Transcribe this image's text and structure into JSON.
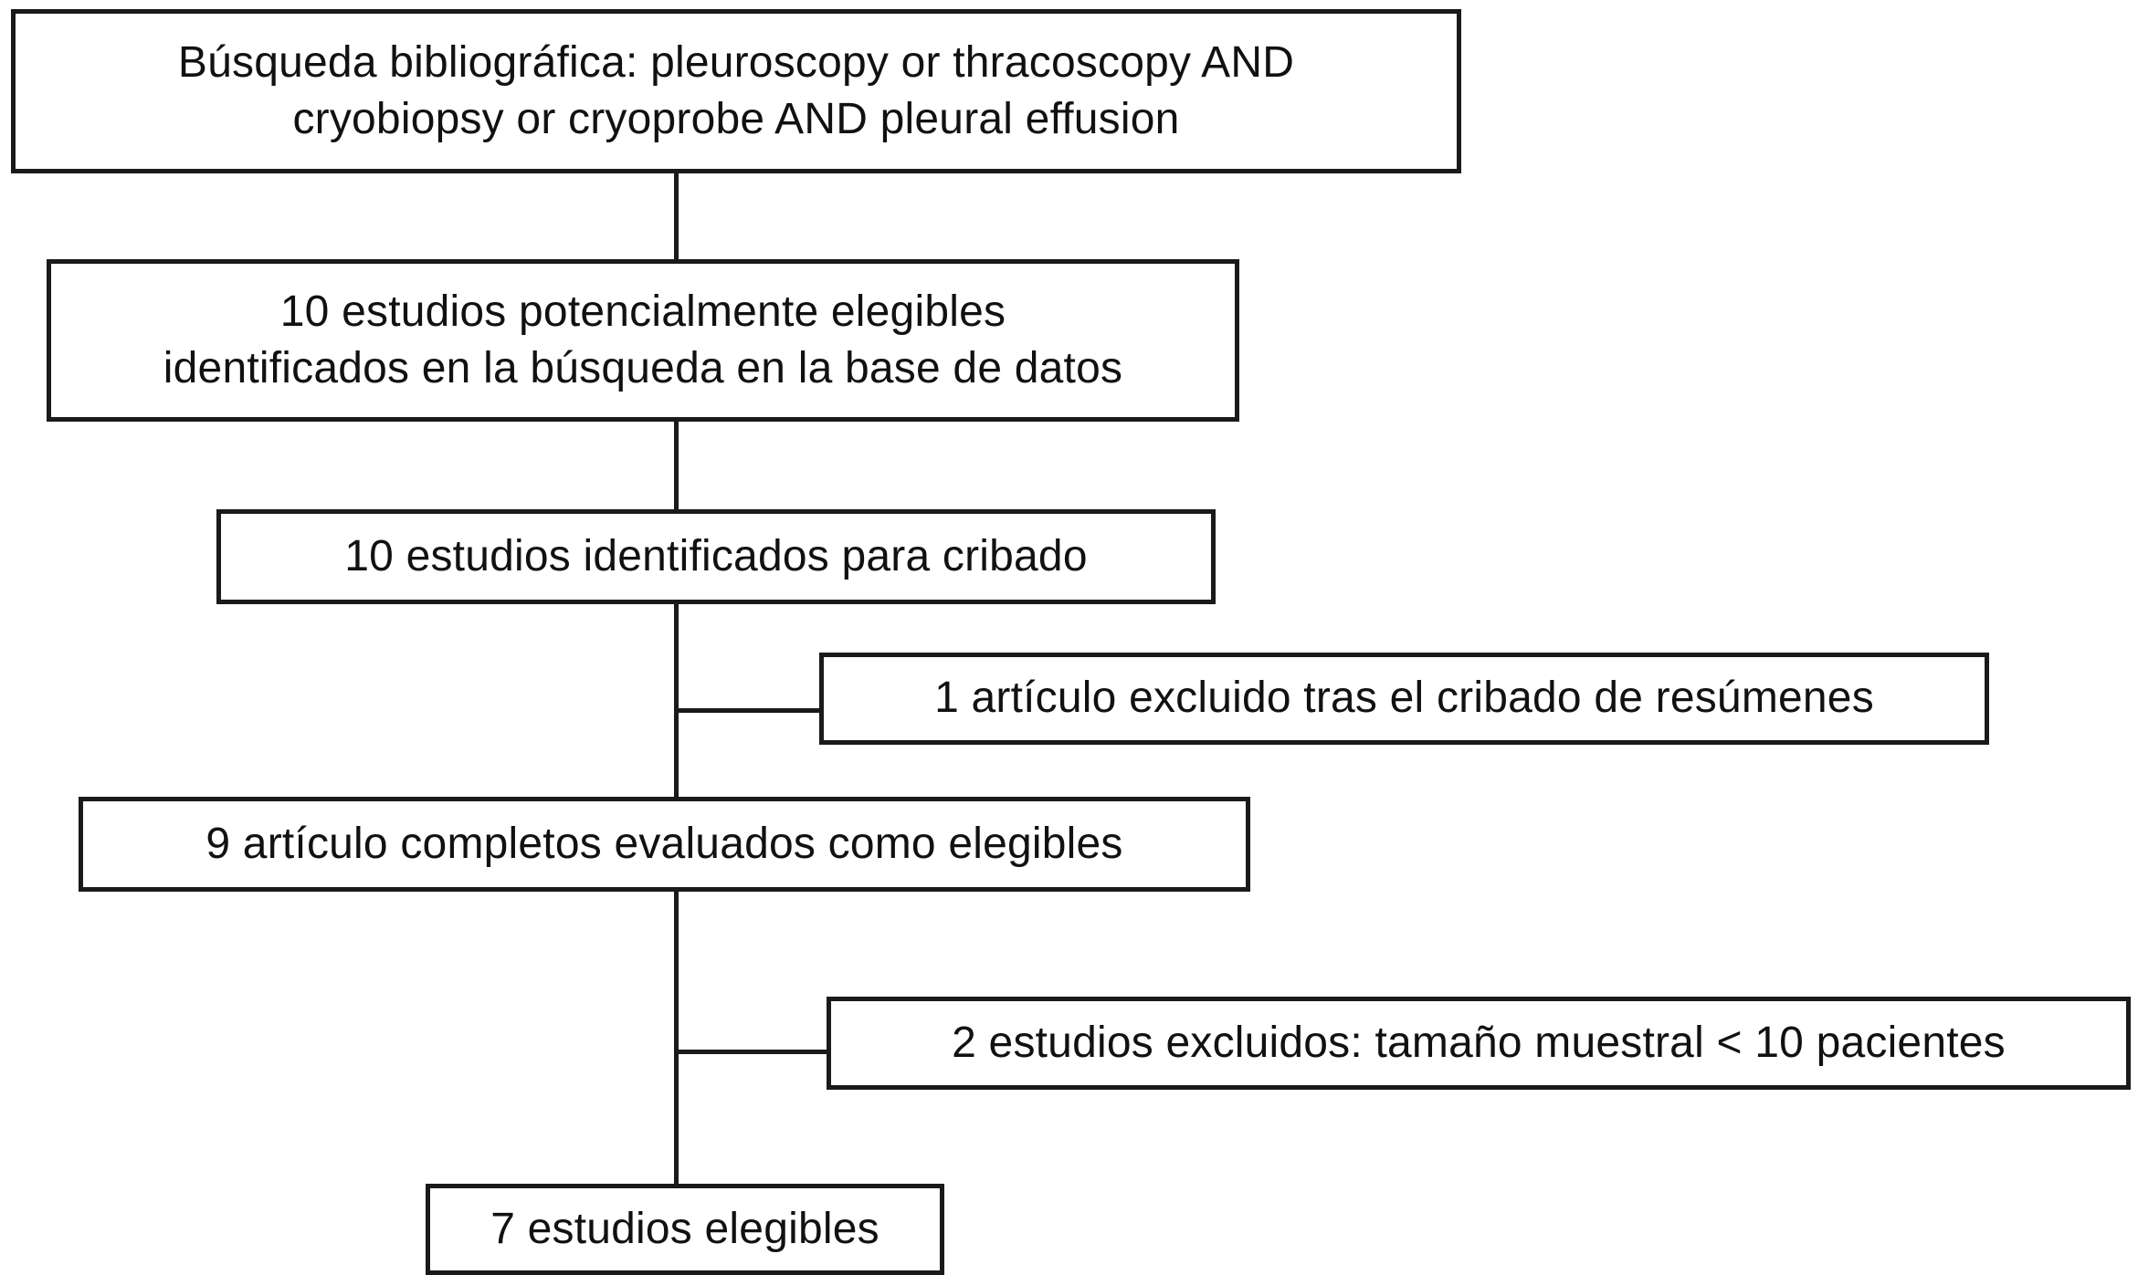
{
  "figure": {
    "kind": "prisma-study-selection-flowchart",
    "language": "es",
    "stroke_color": "#1a1a1a",
    "text_color": "#111111",
    "background_color": "#ffffff"
  },
  "nodes": {
    "search": {
      "id": "search",
      "label": "Búsqueda bibliográfica: pleuroscopy or thracoscopy AND\ncryobiopsy or cryoprobe AND pleural effusion",
      "line1": "Búsqueda bibliográfica: pleuroscopy or thracoscopy AND",
      "line2": "cryobiopsy or cryoprobe AND pleural effusion"
    },
    "identified": {
      "id": "identified",
      "label": "10 estudios potencialmente elegibles\nidentificados en la búsqueda en la base de datos",
      "line1": "10 estudios potencialmente elegibles",
      "line2": "identificados en la búsqueda en la base de datos",
      "count": 10
    },
    "screening": {
      "id": "screening",
      "label": "10 estudios identificados para cribado",
      "count": 10
    },
    "excluded_abstracts": {
      "id": "excluded_abstracts",
      "label": "1 artículo excluido tras el cribado de resúmenes",
      "count": 1
    },
    "fulltext": {
      "id": "fulltext",
      "label": "9 artículo completos evaluados como elegibles",
      "count": 9
    },
    "excluded_samplesize": {
      "id": "excluded_samplesize",
      "label": "2 estudios excluidos: tamaño muestral < 10 pacientes",
      "count": 2
    },
    "eligible": {
      "id": "eligible",
      "label": "7 estudios elegibles",
      "count": 7
    }
  },
  "edges": [
    {
      "from": "search",
      "to": "identified",
      "type": "vertical"
    },
    {
      "from": "identified",
      "to": "screening",
      "type": "vertical"
    },
    {
      "from": "screening",
      "to": "fulltext",
      "type": "vertical"
    },
    {
      "from": "screening",
      "to": "excluded_abstracts",
      "type": "branch-right"
    },
    {
      "from": "fulltext",
      "to": "eligible",
      "type": "vertical"
    },
    {
      "from": "fulltext",
      "to": "excluded_samplesize",
      "type": "branch-right"
    }
  ]
}
